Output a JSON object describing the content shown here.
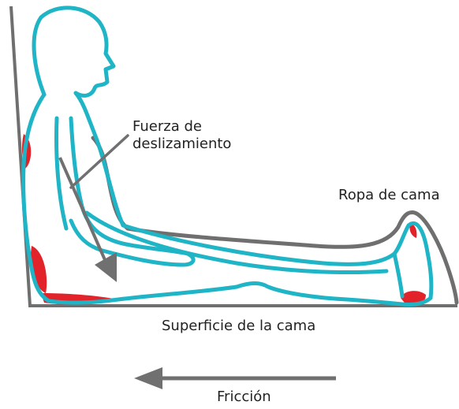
{
  "labels": {
    "shear_force_line1": "Fuerza de",
    "shear_force_line2": "deslizamiento",
    "bedding": "Ropa de cama",
    "bed_surface": "Superficie de la cama",
    "friction": "Fricción"
  },
  "colors": {
    "body_outline": "#1fb5c6",
    "pressure_zone": "#e3232a",
    "bed_frame": "#6f6f6f",
    "arrow": "#707070",
    "text": "#222222"
  }
}
